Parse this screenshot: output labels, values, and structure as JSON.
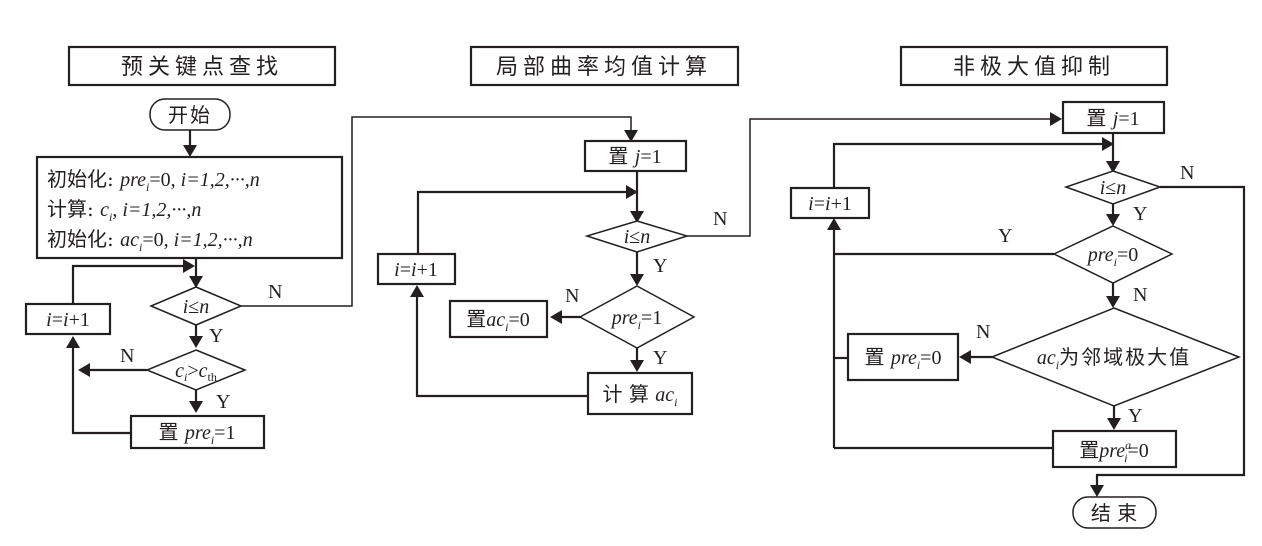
{
  "sections": {
    "left_title": "预关键点查找",
    "middle_title": "局部曲率均值计算",
    "right_title": "非极大值抑制"
  },
  "left": {
    "start": "开始",
    "init": {
      "line1_prefix": "初始化: ",
      "line1_var": "pre",
      "line1_sub": "i",
      "line1_rest": "=0, ",
      "line1_range": "i=1,2,···,",
      "line1_n": "n",
      "line2_prefix": "计算: ",
      "line2_var": "c",
      "line2_sub": "i",
      "line2_rest": ", ",
      "line2_range": "i=1,2,···,",
      "line2_n": "n",
      "line3_prefix": "初始化: ",
      "line3_var": "ac",
      "line3_sub": "i",
      "line3_rest": "=0, ",
      "line3_range": "i=1,2,···,",
      "line3_n": "n"
    },
    "cond1": {
      "lhs": "i",
      "op": "≤",
      "rhs": "n"
    },
    "cond2": {
      "lhs": "c",
      "lhs_sub": "i",
      "op": ">",
      "rhs": "c",
      "rhs_sub": "th"
    },
    "increment": {
      "lhs": "i",
      "eq": "=",
      "rhs": "i",
      "plus": "+1"
    },
    "set_pre": {
      "prefix": "置 ",
      "var": "pre",
      "sub": "i",
      "rest": "=1"
    },
    "labels": {
      "cond1_no": "N",
      "cond1_yes": "Y",
      "cond2_no": "N",
      "cond2_yes": "Y"
    }
  },
  "middle": {
    "set_j": {
      "prefix": "置 ",
      "var": "j",
      "rest": "=1"
    },
    "cond1": {
      "lhs": "i",
      "op": "≤",
      "rhs": "n"
    },
    "cond2": {
      "var": "pre",
      "sub": "i",
      "rest": "=1"
    },
    "increment": {
      "lhs": "i",
      "eq": "=",
      "rhs": "i",
      "plus": "+1"
    },
    "set_ac": {
      "prefix": "置",
      "var": "ac",
      "sub": "i",
      "rest": "=0"
    },
    "compute_ac": {
      "prefix": "计 算 ",
      "var": "ac",
      "sub": "i"
    },
    "labels": {
      "cond1_no": "N",
      "cond1_yes": "Y",
      "cond2_no": "N",
      "cond2_yes": "Y"
    }
  },
  "right": {
    "set_j": {
      "prefix": "置 ",
      "var": "j",
      "rest": "=1"
    },
    "cond1": {
      "lhs": "i",
      "op": "≤",
      "rhs": "n"
    },
    "cond2": {
      "var": "pre",
      "sub": "i",
      "rest": "=0"
    },
    "cond3": {
      "var": "ac",
      "sub": "i",
      "rest": "为邻域极大值"
    },
    "increment": {
      "lhs": "i",
      "eq": "=",
      "rhs": "i",
      "plus": "+1"
    },
    "set_pre0": {
      "prefix": "置 ",
      "var": "pre",
      "sub": "i",
      "rest": "=0"
    },
    "set_pre_a": {
      "prefix": "置",
      "var": "pre",
      "sup": "a",
      "sub": "i",
      "rest": "=0"
    },
    "end": "结 束",
    "labels": {
      "cond1_no": "N",
      "cond1_yes": "Y",
      "cond2_yes": "Y",
      "cond2_no": "N",
      "cond3_no": "N",
      "cond3_yes": "Y"
    }
  }
}
